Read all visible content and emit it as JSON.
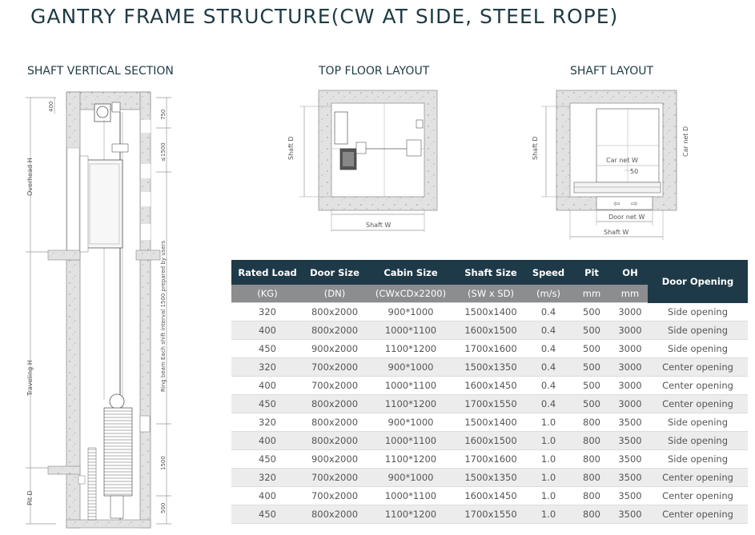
{
  "title": "GANTRY FRAME STRUCTURE(CW AT SIDE, STEEL ROPE)",
  "sections": {
    "vertical": "SHAFT VERTICAL SECTION",
    "top_floor": "TOP FLOOR LAYOUT",
    "shaft_layout": "SHAFT LAYOUT"
  },
  "vertical_labels": {
    "overhead": "Overhead H",
    "traveling": "Traveling H",
    "pit": "Pit D",
    "ring_beam": "Ring beam  Each shift interval 1500 prepared by users",
    "d400": "400",
    "d750": "750",
    "d1500_top": "≤1500",
    "d1500": "1500",
    "d500": "500"
  },
  "top_floor_labels": {
    "shaft_d": "Shaft D",
    "shaft_w": "Shaft W"
  },
  "shaft_layout_labels": {
    "shaft_d": "Shaft D",
    "car_net_d": "Car net D",
    "car_net_w": "Car net W",
    "d50": "50",
    "door_net_w": "Door net W",
    "shaft_w": "Shaft W"
  },
  "table": {
    "headers": [
      "Rated Load",
      "Door Size",
      "Cabin Size",
      "Shaft Size",
      "Speed",
      "Pit",
      "OH",
      "Door Opening"
    ],
    "units": [
      "(KG)",
      "(DN)",
      "(CWxCDx2200)",
      "(SW x SD)",
      "(m/s)",
      "mm",
      "mm"
    ],
    "rows": [
      [
        "320",
        "800x2000",
        "900*1000",
        "1500x1400",
        "0.4",
        "500",
        "3000",
        "Side opening"
      ],
      [
        "400",
        "800x2000",
        "1000*1100",
        "1600x1500",
        "0.4",
        "500",
        "3000",
        "Side opening"
      ],
      [
        "450",
        "900x2000",
        "1100*1200",
        "1700x1600",
        "0.4",
        "500",
        "3000",
        "Side opening"
      ],
      [
        "320",
        "700x2000",
        "900*1000",
        "1500x1350",
        "0.4",
        "500",
        "3000",
        "Center opening"
      ],
      [
        "400",
        "700x2000",
        "1000*1100",
        "1600x1450",
        "0.4",
        "500",
        "3000",
        "Center opening"
      ],
      [
        "450",
        "800x2000",
        "1100*1200",
        "1700x1550",
        "0.4",
        "500",
        "3000",
        "Center opening"
      ],
      [
        "320",
        "800x2000",
        "900*1000",
        "1500x1400",
        "1.0",
        "800",
        "3500",
        "Side opening"
      ],
      [
        "400",
        "800x2000",
        "1000*1100",
        "1600x1500",
        "1.0",
        "800",
        "3500",
        "Side opening"
      ],
      [
        "450",
        "900x2000",
        "1100*1200",
        "1700x1600",
        "1.0",
        "800",
        "3500",
        "Side opening"
      ],
      [
        "320",
        "700x2000",
        "900*1000",
        "1500x1350",
        "1.0",
        "800",
        "3500",
        "Center opening"
      ],
      [
        "400",
        "700x2000",
        "1000*1100",
        "1600x1450",
        "1.0",
        "800",
        "3500",
        "Center opening"
      ],
      [
        "450",
        "800x2000",
        "1100*1200",
        "1700x1550",
        "1.0",
        "800",
        "3500",
        "Center opening"
      ]
    ]
  }
}
